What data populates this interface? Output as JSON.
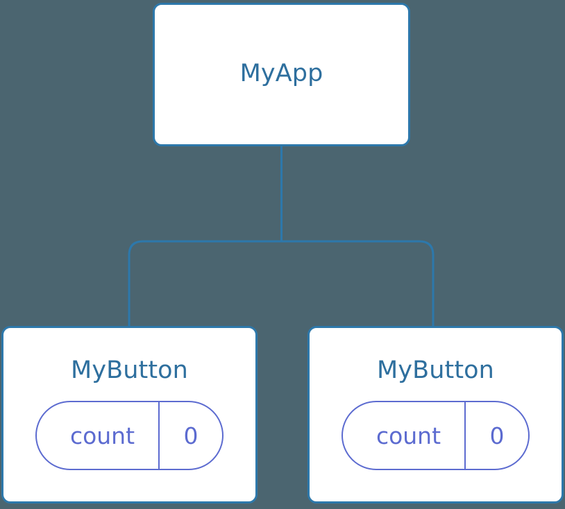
{
  "diagram": {
    "type": "component-tree",
    "background_color": "#4b6570",
    "node_border_color": "#2d78ab",
    "node_title_color": "#2e6f9e",
    "state_accent_color": "#5c6bd0",
    "edge_color": "#2d78ab",
    "root": {
      "label": "MyApp",
      "children": [
        {
          "label": "MyButton",
          "state": {
            "name": "count",
            "value": "0"
          }
        },
        {
          "label": "MyButton",
          "state": {
            "name": "count",
            "value": "0"
          }
        }
      ]
    }
  }
}
